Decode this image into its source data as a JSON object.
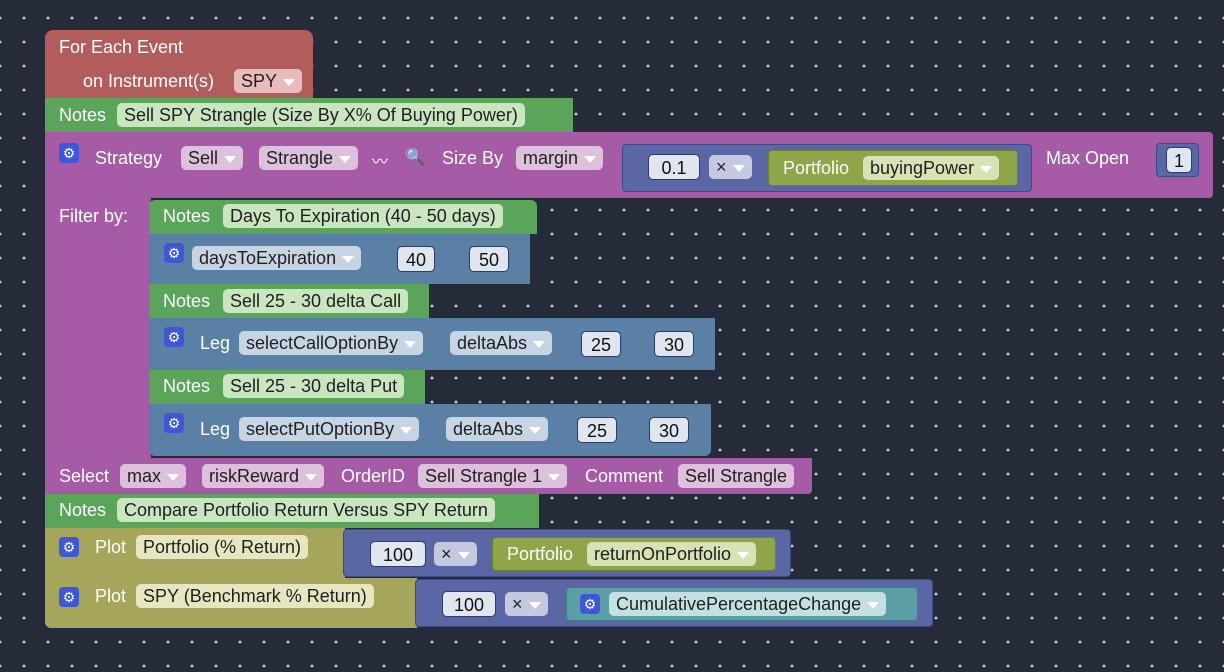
{
  "event": {
    "title": "For Each Event",
    "instruments_label": "on Instrument(s)",
    "instrument": "SPY"
  },
  "notes_label": "Notes",
  "notes": {
    "main": "Sell SPY Strangle (Size By X% Of Buying Power)",
    "dte": "Days To Expiration (40 - 50 days)",
    "call": "Sell 25 - 30 delta Call",
    "put": "Sell 25 - 30 delta Put",
    "compare": "Compare Portfolio Return Versus SPY Return"
  },
  "strategy": {
    "label": "Strategy",
    "side": "Sell",
    "type": "Strangle",
    "size_by_label": "Size By",
    "size_by": "margin",
    "factor": "0.1",
    "op": "×",
    "portfolio_label": "Portfolio",
    "portfolio_field": "buyingPower",
    "max_open_label": "Max Open",
    "max_open": "1",
    "filter_label": "Filter by:"
  },
  "filter": {
    "field": "daysToExpiration",
    "min": "40",
    "max": "50"
  },
  "leg_label": "Leg",
  "leg_call": {
    "selector": "selectCallOptionBy",
    "metric": "deltaAbs",
    "min": "25",
    "max": "30"
  },
  "leg_put": {
    "selector": "selectPutOptionBy",
    "metric": "deltaAbs",
    "min": "25",
    "max": "30"
  },
  "select": {
    "label": "Select",
    "mode": "max",
    "metric": "riskReward",
    "order_label": "OrderID",
    "order_id": "Sell Strangle 1",
    "comment_label": "Comment",
    "comment": "Sell Strangle"
  },
  "plot_label": "Plot",
  "plot1": {
    "name": "Portfolio (% Return)",
    "factor": "100",
    "op": "×",
    "source_label": "Portfolio",
    "field": "returnOnPortfolio"
  },
  "plot2": {
    "name": "SPY (Benchmark % Return)",
    "factor": "100",
    "op": "×",
    "field": "CumulativePercentageChange"
  },
  "icons": {
    "gear": "gear-icon",
    "chart": "line-chart-icon",
    "zoom": "chart-search-icon"
  },
  "colors": {
    "event": "#b35c5c",
    "notes": "#5ba55b",
    "strategy": "#a55ba5",
    "filter": "#5b80a5",
    "math": "#5b67a5",
    "portfolio": "#8fa54a",
    "plot": "#a5a55b"
  }
}
